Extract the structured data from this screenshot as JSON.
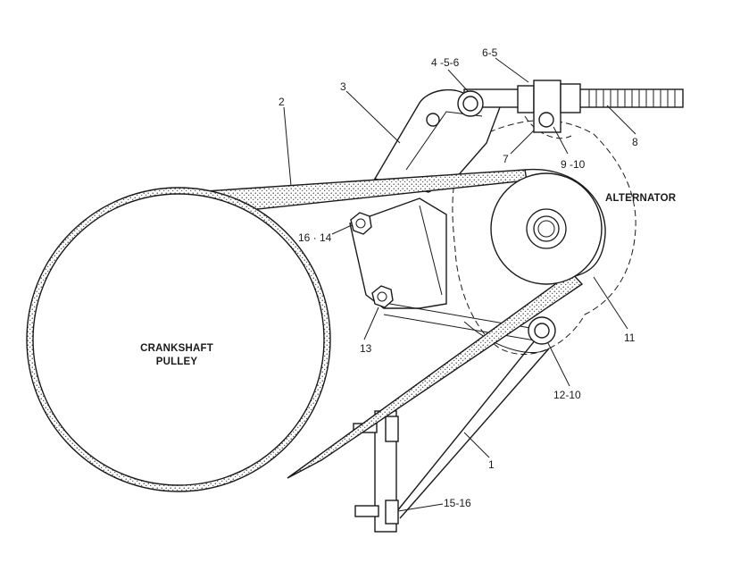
{
  "diagram": {
    "components": {
      "crankshaft_pulley": [
        "CRANKSHAFT",
        "PULLEY"
      ],
      "alternator": "ALTERNATOR"
    },
    "callouts": {
      "c1": "1",
      "c2": "2",
      "c3": "3",
      "c4_5_6": "4 -5-6",
      "c6_5": "6-5",
      "c7": "7",
      "c8": "8",
      "c9_10": "9 -10",
      "c11": "11",
      "c12_10": "12-10",
      "c13": "13",
      "c16_14": "16 · 14",
      "c15_16": "15-16"
    }
  }
}
